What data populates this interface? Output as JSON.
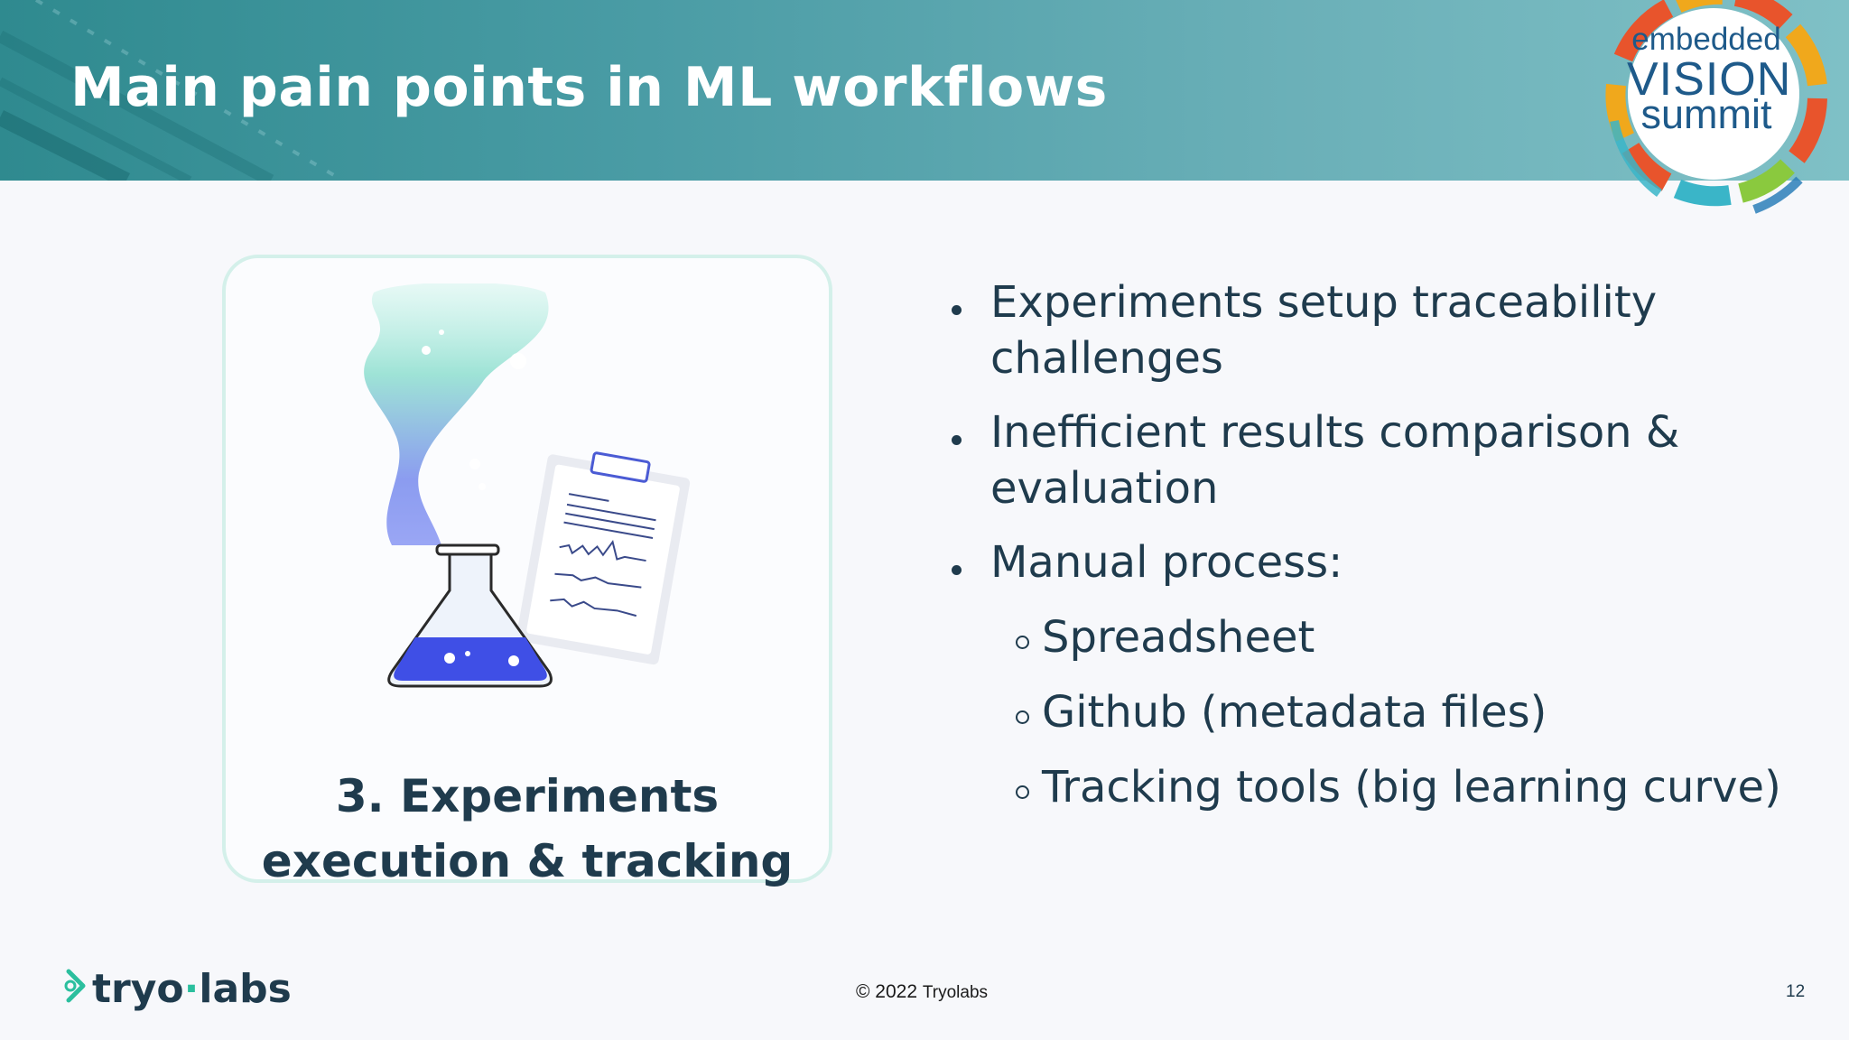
{
  "slide": {
    "title": "Main pain points in ML workflows",
    "page_number": "12"
  },
  "summit_logo": {
    "line1": "embedded",
    "line2": "VISION",
    "line3": "summit"
  },
  "card": {
    "caption_line1": "3. Experiments",
    "caption_line2": "execution & tracking",
    "illustration_icon": "flask-and-clipboard-icon"
  },
  "bullets": [
    {
      "line1": "Experiments setup traceability",
      "line2": "challenges"
    },
    {
      "line1": "Inefficient results comparison &",
      "line2": "evaluation"
    },
    {
      "line1": "Manual process:"
    }
  ],
  "sub_bullets": [
    "Spreadsheet",
    "Github (metadata files)",
    "Tracking tools (big learning curve)"
  ],
  "footer": {
    "logo_part1": "tryo",
    "logo_dot": "·",
    "logo_part2": "labs",
    "copyright_prefix": "© 2022",
    "copyright_brand": "Tryolabs"
  },
  "colors": {
    "header_start": "#2f8a8f",
    "header_end": "#7fc0c6",
    "text_dark": "#1f3b4d",
    "accent_green": "#2bbf9e",
    "card_border": "#d4f0ea"
  }
}
